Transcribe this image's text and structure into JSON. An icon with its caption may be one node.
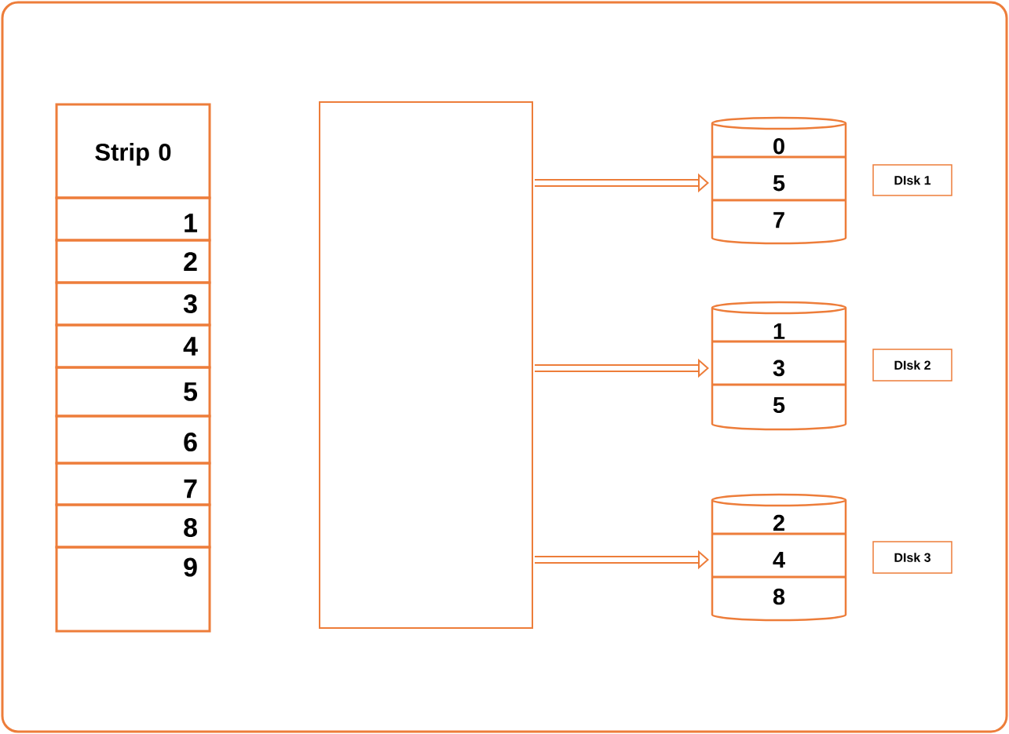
{
  "diagram": {
    "nodes": [
      {
        "text": [
          "Strip 0"
        ]
      },
      {
        "text": [
          "1"
        ]
      },
      {
        "text": [
          "2"
        ]
      },
      {
        "text": [
          "3"
        ]
      },
      {
        "text": [
          "4"
        ]
      },
      {
        "text": [
          "5"
        ]
      },
      {
        "text": [
          "6"
        ]
      },
      {
        "text": [
          "7"
        ]
      },
      {
        "text": [
          "8"
        ]
      },
      {
        "text": [
          "9"
        ]
      },
      {
        "text": [],
        "shape": "box"
      },
      {
        "text": [
          "0",
          "5",
          "7"
        ]
      },
      {
        "text": [
          "DIsk 1"
        ]
      },
      {
        "text": [
          "1",
          "3",
          "5"
        ]
      },
      {
        "text": [
          "DIsk 2"
        ]
      },
      {
        "text": [
          "2",
          "4",
          "8"
        ]
      },
      {
        "text": [
          "DIsk 3"
        ]
      }
    ],
    "edges": [
      {
        "from": 10,
        "to": 11,
        "arrow": "to"
      },
      {
        "from": 10,
        "to": 13,
        "arrow": "to"
      },
      {
        "from": 10,
        "to": 15,
        "arrow": "to"
      }
    ]
  }
}
